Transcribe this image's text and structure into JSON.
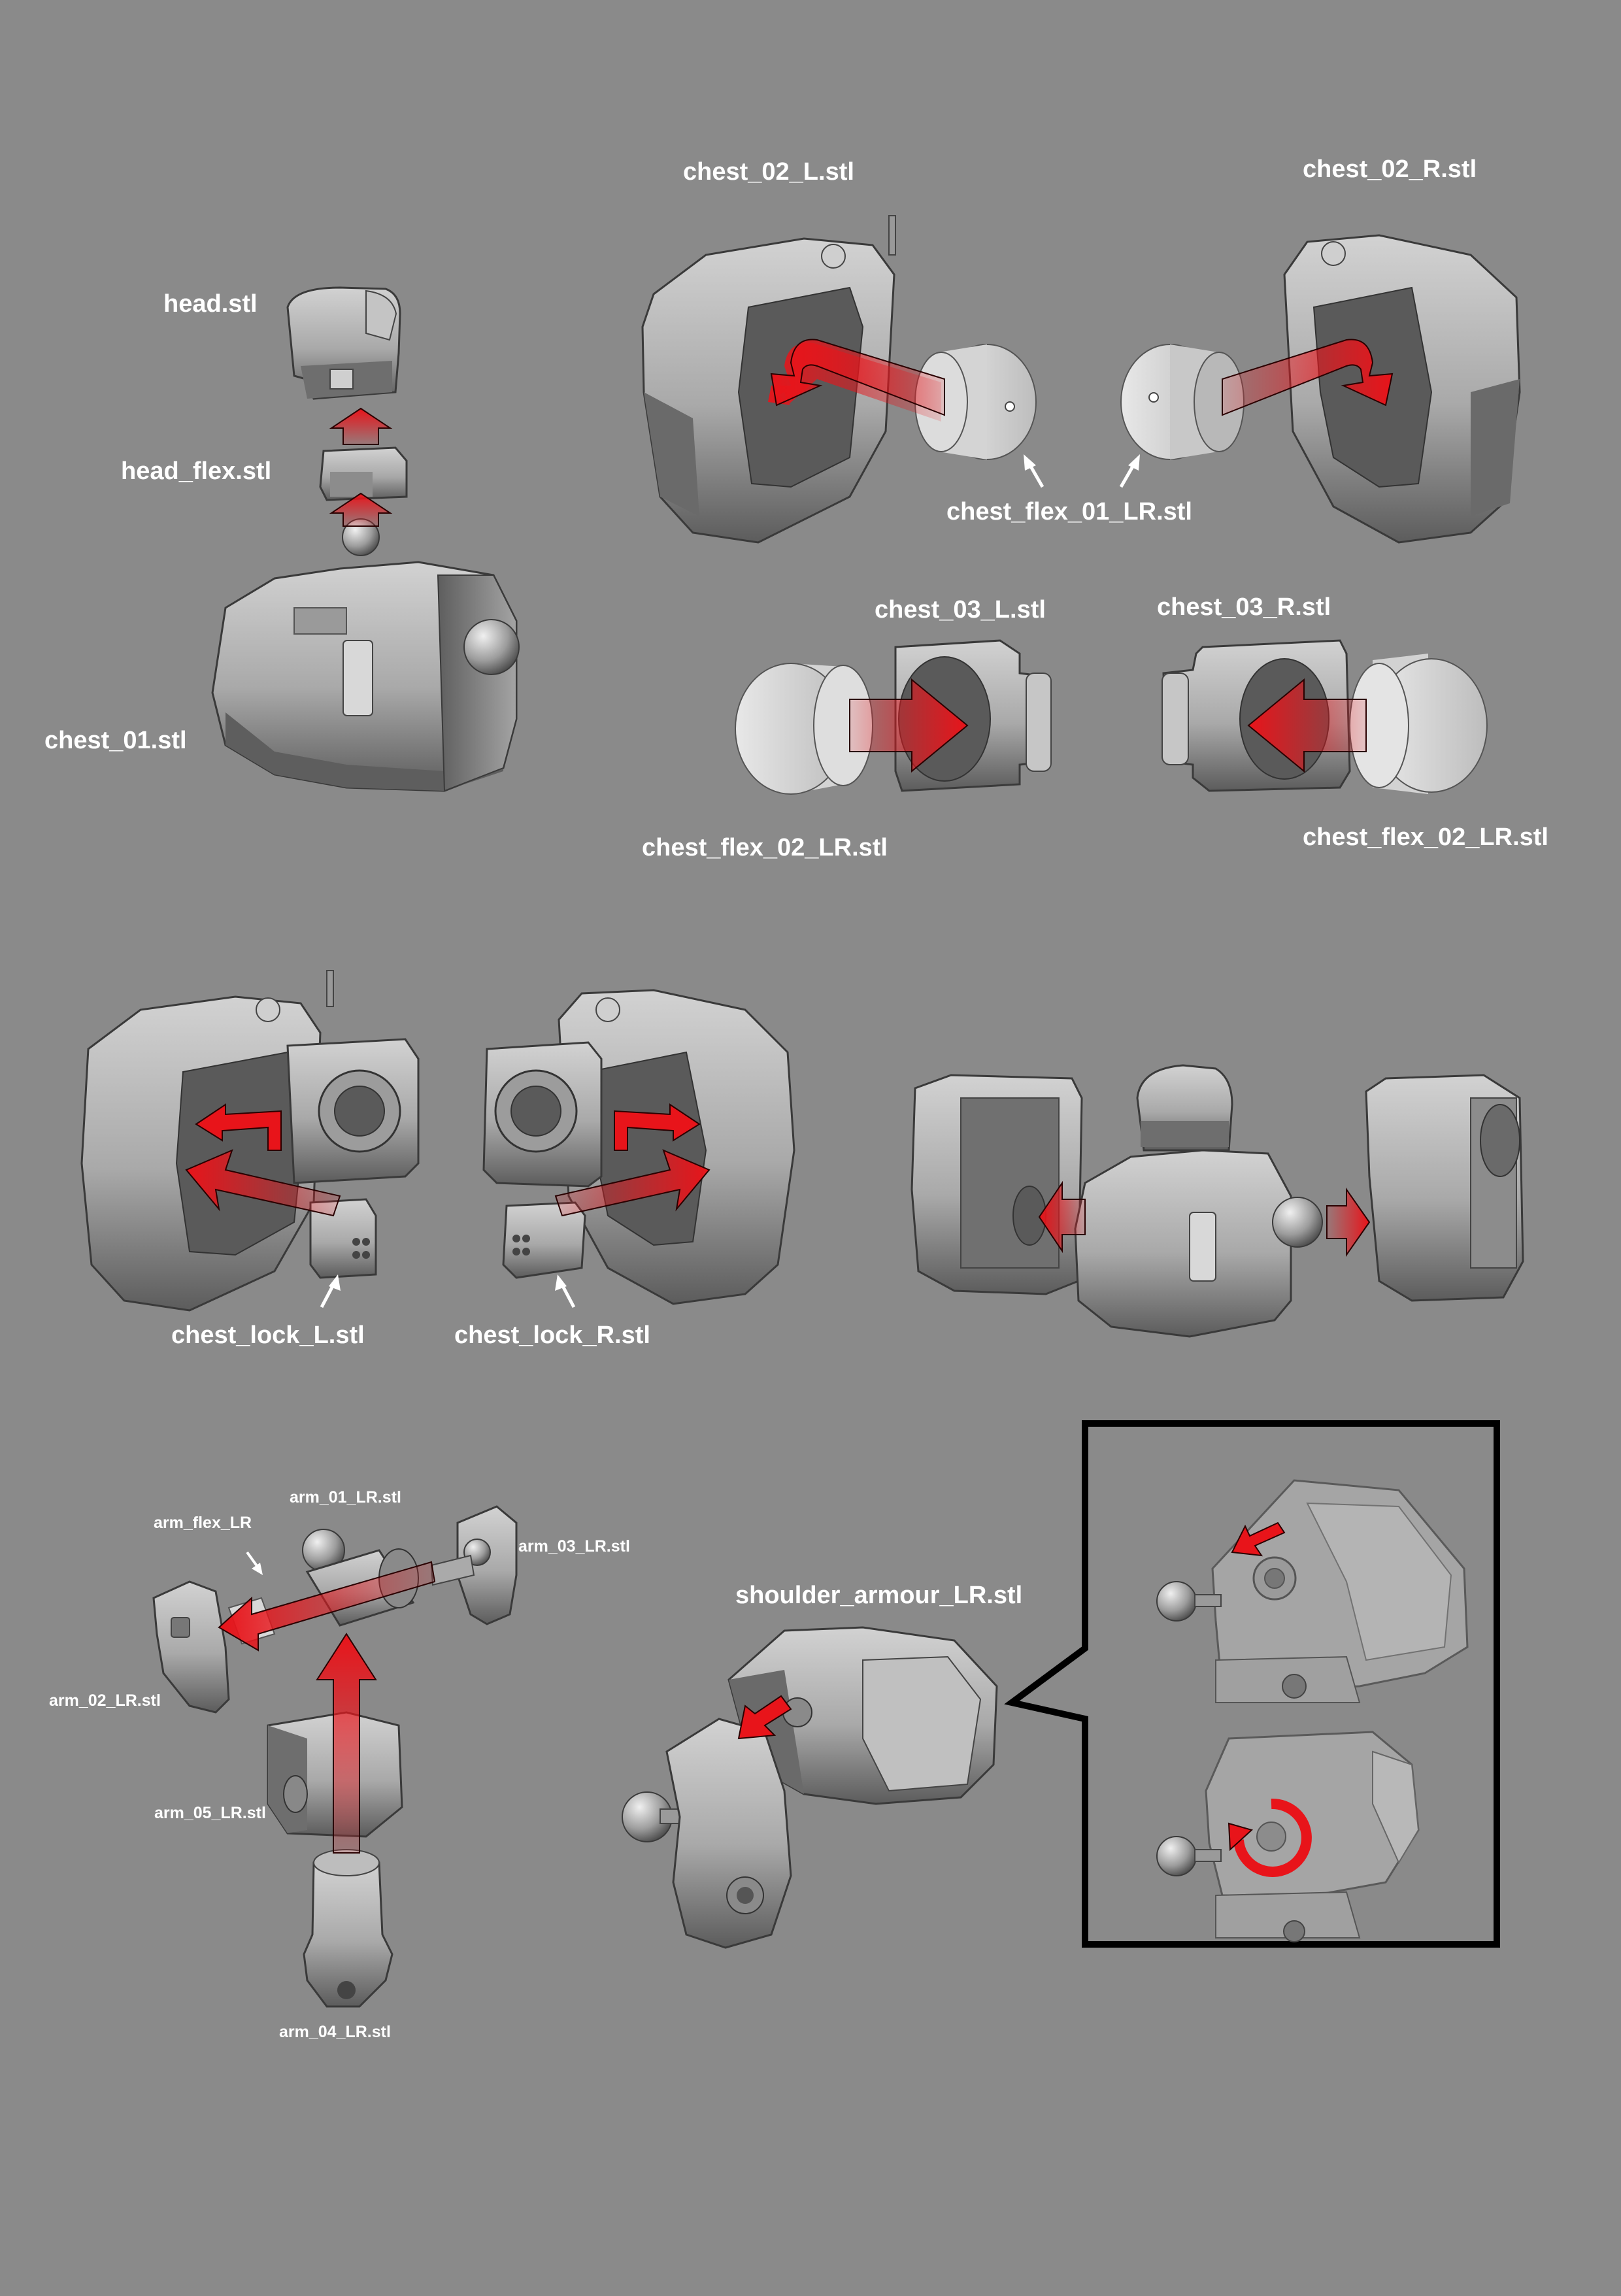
{
  "labels": {
    "head": "head.stl",
    "head_flex": "head_flex.stl",
    "chest_01": "chest_01.stl",
    "chest_02_L": "chest_02_L.stl",
    "chest_02_R": "chest_02_R.stl",
    "chest_flex_01": "chest_flex_01_LR.stl",
    "chest_03_L": "chest_03_L.stl",
    "chest_03_R": "chest_03_R.stl",
    "chest_flex_02_left": "chest_flex_02_LR.stl",
    "chest_flex_02_right": "chest_flex_02_LR.stl",
    "chest_lock_L": "chest_lock_L.stl",
    "chest_lock_R": "chest_lock_R.stl",
    "arm_01": "arm_01_LR.stl",
    "arm_flex": "arm_flex_LR",
    "arm_03": "arm_03_LR.stl",
    "arm_02": "arm_02_LR.stl",
    "arm_05": "arm_05_LR.stl",
    "arm_04": "arm_04_LR.stl",
    "shoulder_armour": "shoulder_armour_LR.stl"
  },
  "colors": {
    "background": "#8a8a8a",
    "part_fill": "#b4b4b4",
    "part_dark": "#6e6e6e",
    "part_light": "#d6d6d6",
    "arrow_red": "#e8141a",
    "label": "#ffffff",
    "callout_border": "#000000"
  }
}
